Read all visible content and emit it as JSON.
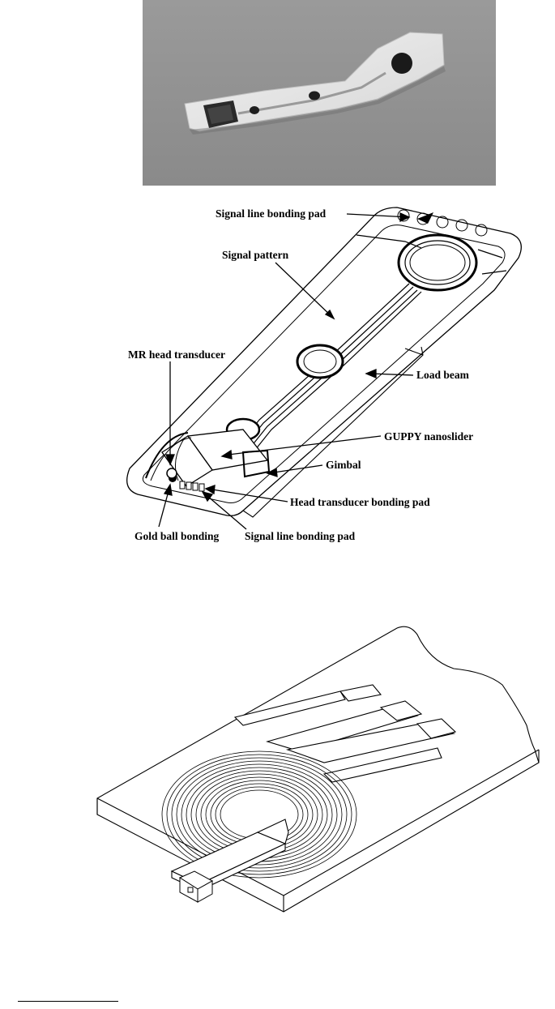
{
  "figure_top": {
    "kind": "photograph of suspension assembly"
  },
  "figure_middle": {
    "labels": {
      "signal_line_bonding_pad_top": "Signal line bonding pad",
      "signal_pattern": "Signal pattern",
      "mr_head_transducer": "MR head transducer",
      "load_beam": "Load beam",
      "guppy_nanoslider": "GUPPY nanoslider",
      "gimbal": "Gimbal",
      "head_transducer_bonding_pad": "Head transducer bonding pad",
      "gold_ball_bonding": "Gold ball bonding",
      "signal_line_bonding_pad_bottom": "Signal line bonding pad"
    }
  },
  "figure_bottom": {
    "kind": "line drawing of coil on substrate"
  },
  "colors": {
    "photo_bg": "#8e8e8e",
    "ink": "#000000"
  }
}
